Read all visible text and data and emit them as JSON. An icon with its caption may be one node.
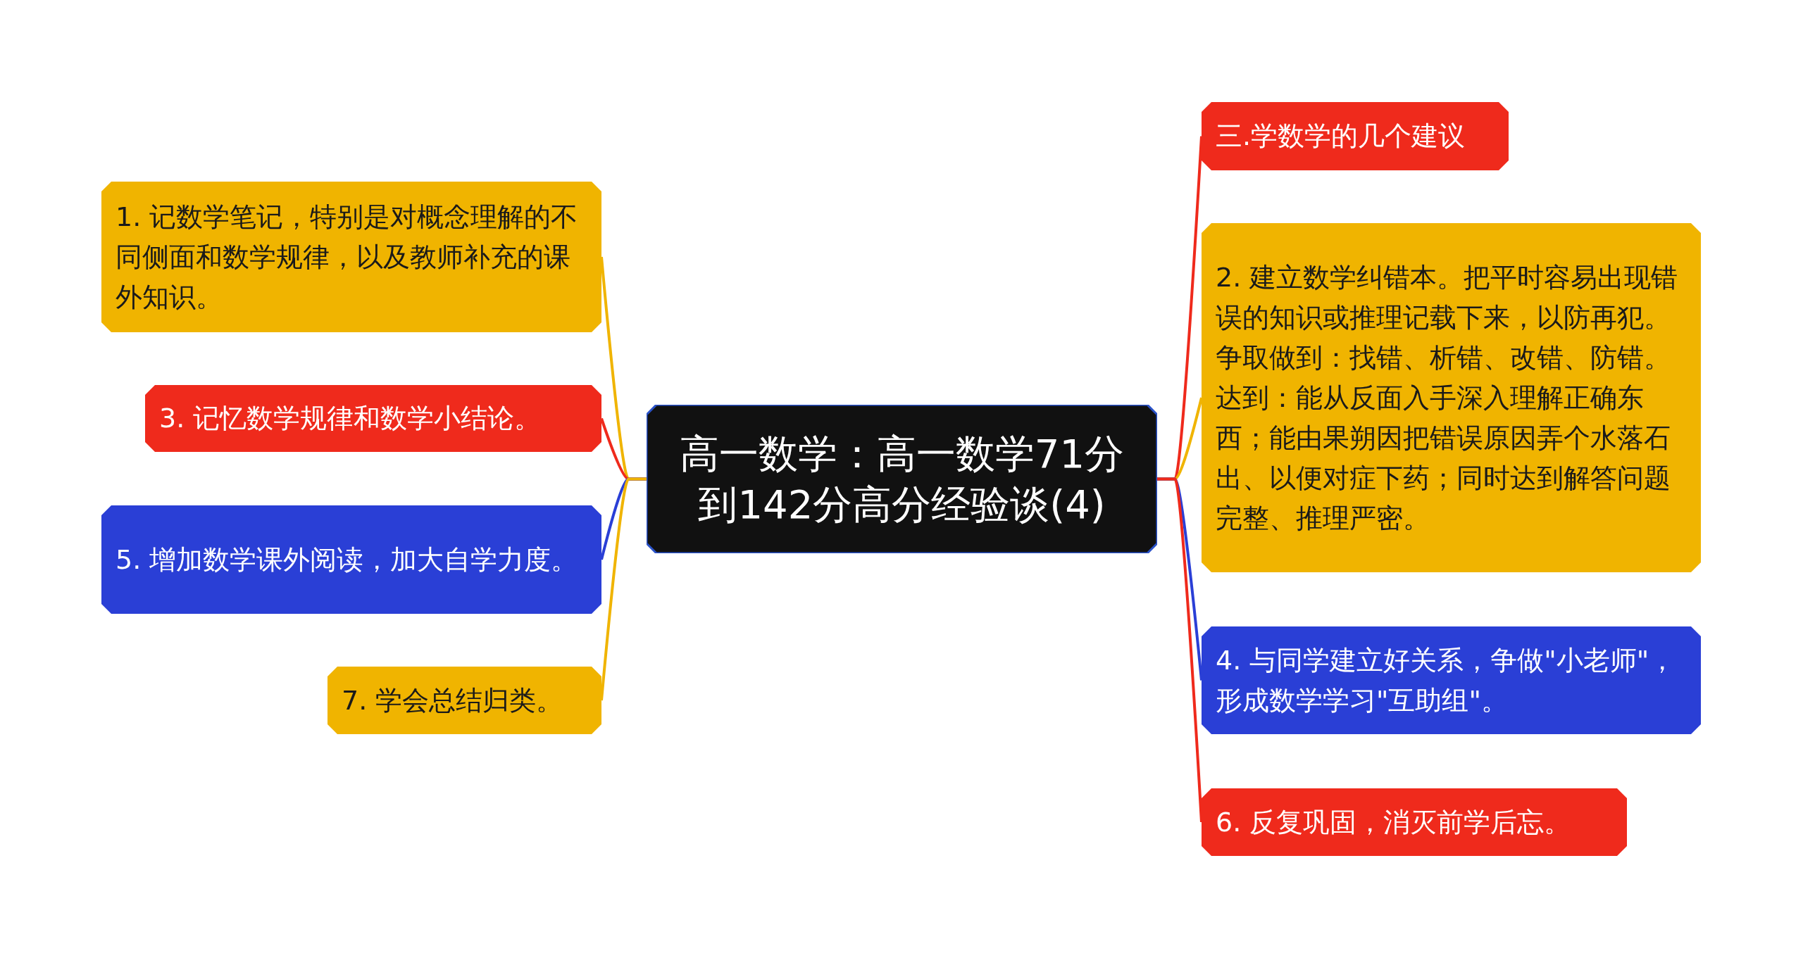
{
  "diagram": {
    "nodes": [
      {
        "text": [
          "高一数学：高一数学71分到142分高分经验谈(4)"
        ]
      },
      {
        "text": [
          "1. 记数学笔记，特别是对概念理解的不同侧面和数学规律，以及教师补充的课外知识。"
        ]
      },
      {
        "text": [
          "3. 记忆数学规律和数学小结论。"
        ]
      },
      {
        "text": [
          "5. 增加数学课外阅读，加大自学力度。"
        ]
      },
      {
        "text": [
          "7. 学会总结归类。"
        ]
      },
      {
        "text": [
          "三.学数学的几个建议"
        ]
      },
      {
        "text": [
          "2. 建立数学纠错本。把平时容易出现错误的知识或推理记载下来，以防再犯。争取做到：找错、析错、改错、防错。达到：能从反面入手深入理解正确东西；能由果朔因把错误原因弄个水落石出、以便对症下药；同时达到解答问题完整、推理严密。"
        ]
      },
      {
        "text": [
          "4. 与同学建立好关系，争做\"小老师\"，形成数学学习\"互助组\"。"
        ]
      },
      {
        "text": [
          "6. 反复巩固，消灭前学后忘。"
        ]
      }
    ],
    "edges": [
      {
        "from": 0,
        "to": 1,
        "arrow": "none",
        "color": "#f0b400"
      },
      {
        "from": 0,
        "to": 2,
        "arrow": "none",
        "color": "#ef2a1c"
      },
      {
        "from": 0,
        "to": 3,
        "arrow": "none",
        "color": "#2a3fd6"
      },
      {
        "from": 0,
        "to": 4,
        "arrow": "none",
        "color": "#f0b400"
      },
      {
        "from": 0,
        "to": 5,
        "arrow": "none",
        "color": "#ef2a1c"
      },
      {
        "from": 0,
        "to": 6,
        "arrow": "none",
        "color": "#f0b400"
      },
      {
        "from": 0,
        "to": 7,
        "arrow": "none",
        "color": "#2a3fd6"
      },
      {
        "from": 0,
        "to": 8,
        "arrow": "none",
        "color": "#ef2a1c"
      }
    ]
  }
}
